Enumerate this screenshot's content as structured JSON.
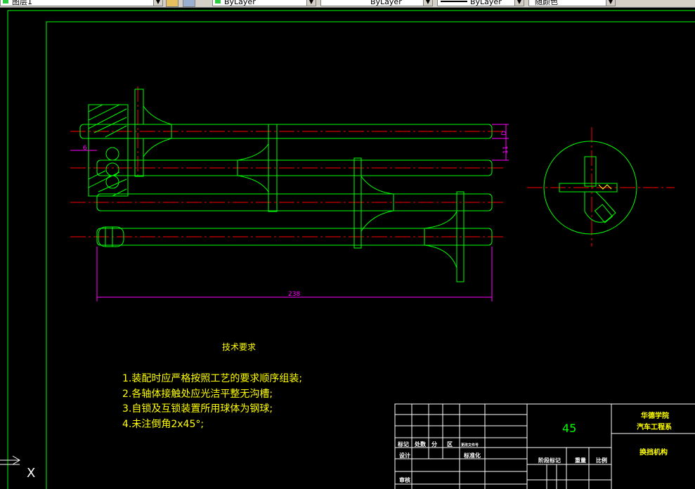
{
  "toolbar": {
    "layer_name": "图层1",
    "color_value": "ByLayer",
    "linetype_value": "ByLayer",
    "lineweight_value": "ByLayer",
    "plotstyle_value": "随颜色"
  },
  "drawing": {
    "dimensions": {
      "overall_length": "238",
      "left_offset": "6",
      "diameter": "D",
      "spacing": "11"
    },
    "notes": {
      "heading": "技术要求",
      "items": [
        "1.装配时应严格按照工艺的要求顺序组装;",
        "2.各轴体接触处应光洁平整无沟槽;",
        "3.自锁及互锁装置所用球体为钢球;",
        "4.未注倒角2x45°;"
      ]
    },
    "title_block": {
      "material": "45",
      "school": "华德学院",
      "department": "汽车工程系",
      "drawing_name": "换挡机构",
      "labels": {
        "mark": "标记",
        "count": "处数",
        "zone": "分",
        "zone2": "区",
        "change_doc": "更改文件号",
        "design": "设计",
        "standardize": "标准化",
        "review": "审核",
        "stage_mark": "阶段标记",
        "weight": "重量",
        "scale": "比例"
      }
    }
  },
  "ucs": {
    "x_label": "X"
  },
  "colors": {
    "outline": "#00ff00",
    "centerline": "#ff0000",
    "dimension": "#ff00ff",
    "text_yellow": "#ffff00",
    "material_text": "#00ff00"
  }
}
